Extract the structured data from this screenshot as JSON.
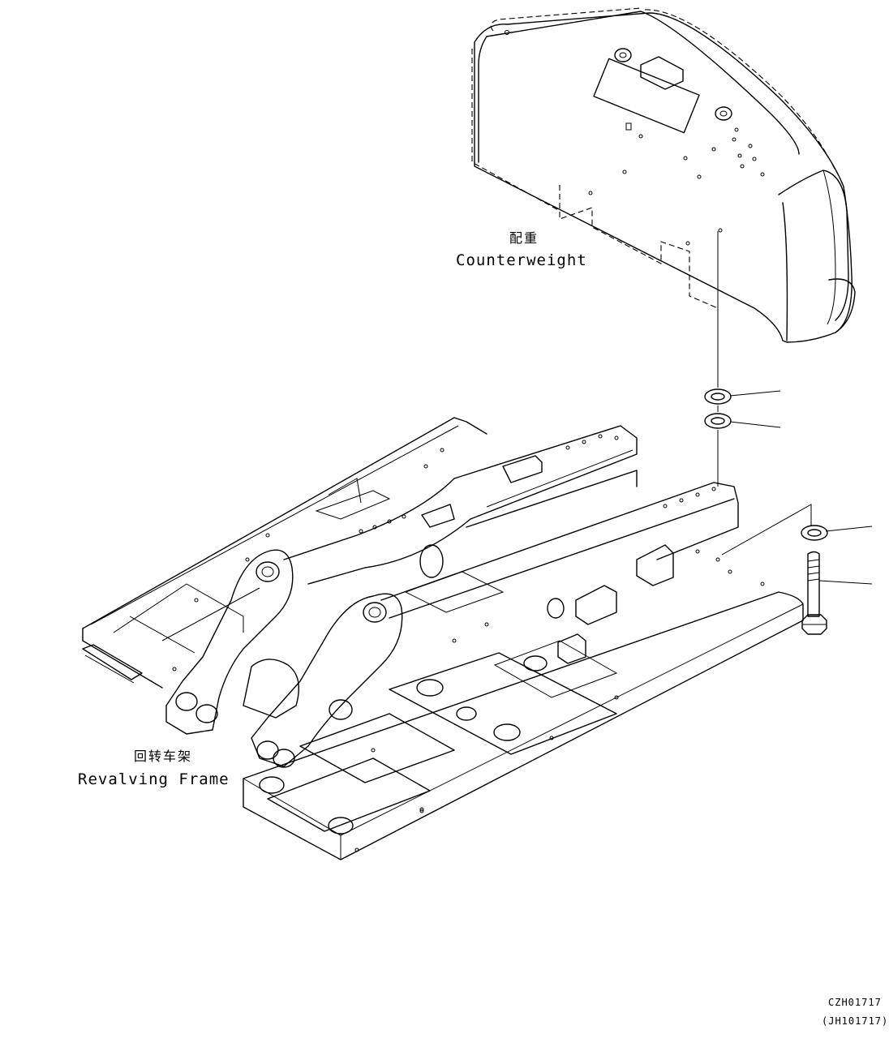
{
  "labels": {
    "counterweight_cn": "配重",
    "counterweight_en": "Counterweight",
    "frame_cn": "回转车架",
    "frame_en": "Revalving Frame"
  },
  "drawing_codes": {
    "primary": "CZH01717",
    "secondary": "(JH101717)"
  },
  "parts": [
    "counterweight",
    "washer",
    "washer",
    "washer",
    "bolt",
    "revolving-frame"
  ]
}
